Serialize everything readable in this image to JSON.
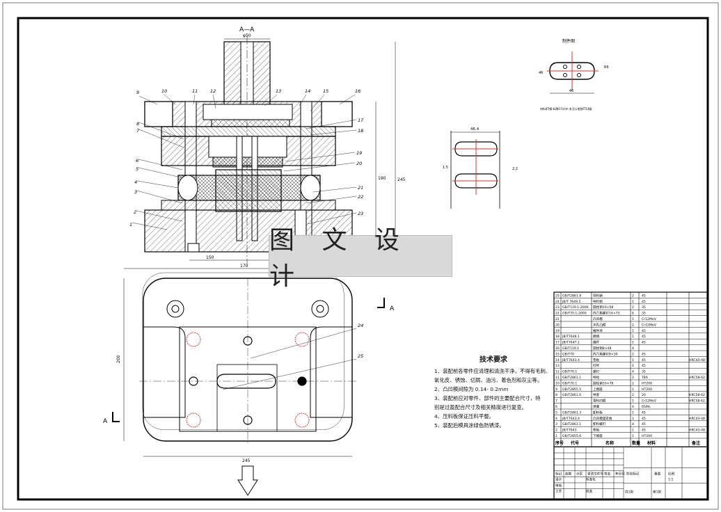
{
  "section_label": "A—A",
  "view_label_a": "A",
  "blank_title": "制件图",
  "blank_note": "材料45钢  料厚0.5mm  未注公差按IT14级",
  "watermark": "图 文 设 计",
  "dims": {
    "d_top": "φ50",
    "h_total": "245",
    "h_inner": "190",
    "w_base": "150",
    "w_plate": "170",
    "h_plate": "200",
    "w_bottom": "245",
    "d_blank": "46",
    "b_width": "46",
    "b_r": "R6",
    "strip_w": "46.4",
    "strip_gap": "1.5",
    "strip_h": "2.2"
  },
  "part_numbers": [
    "1",
    "2",
    "3",
    "4",
    "5",
    "6",
    "7",
    "8",
    "9",
    "10",
    "11",
    "12",
    "13",
    "14",
    "15",
    "16",
    "17",
    "18",
    "19",
    "20",
    "21",
    "22",
    "23",
    "24",
    "25"
  ],
  "tech_requirements": {
    "heading": "技术要求",
    "lines": [
      "1、装配前各零件应清理和清洗干净，不得有毛刺、",
      "氧化皮、锈蚀、切屑、油污、着色剂和灰尘等。",
      "2、凸凹模间隙为   0.14- 0.2mm",
      "3、装配前应对零件、部件的主要配合尺寸，特",
      "别是过盈配合尺寸及相关精度进行复查。",
      "4、压料板保证压料平整。",
      "5、装配后模具涂绿色防锈漆。"
    ]
  },
  "bom_rows": [
    [
      "25",
      "GB/T2861.8",
      "导料销",
      "2",
      "45",
      ""
    ],
    [
      "24",
      "JB/T 7649.5",
      "导料销",
      "1",
      "45",
      ""
    ],
    [
      "23",
      "GB/T119.1-2000",
      "圆柱销10×58",
      "2",
      "35",
      ""
    ],
    [
      "22",
      "GB/T70.1-2000",
      "内六角螺钉14×75",
      "6",
      "35",
      ""
    ],
    [
      "21",
      "",
      "凸凹模",
      "1",
      "Cr12MoV",
      ""
    ],
    [
      "20",
      "",
      "冲孔凸模",
      "2",
      "Cr12MoV",
      ""
    ],
    [
      "19",
      "",
      "推件块",
      "1",
      "45",
      ""
    ],
    [
      "18",
      "JB/T7646.1",
      "模柄",
      "1",
      "45",
      ""
    ],
    [
      "17",
      "JB/T7647.1",
      "推杆",
      "1",
      "45",
      ""
    ],
    [
      "16",
      "GB/T119.1",
      "圆柱销8×48",
      "4",
      "",
      ""
    ],
    [
      "15",
      "GB/T70",
      "内六角螺钉8×30",
      "2",
      "45",
      ""
    ],
    [
      "14",
      "JB/T7643.4",
      "垫板",
      "1",
      "45",
      "HRC43-48"
    ],
    [
      "13",
      "",
      "打杆",
      "1",
      "45",
      ""
    ],
    [
      "12",
      "GB/T70.1",
      "螺钉",
      "4",
      "35",
      ""
    ],
    [
      "11",
      "GB/T2861.1",
      "导柱",
      "2",
      "T8A",
      "HRC58-62"
    ],
    [
      "10",
      "GB/T70.1",
      "圆柱销10×78",
      "2",
      "HT200",
      ""
    ],
    [
      "9",
      "GB/T2855.5",
      "上模座",
      "1",
      "HT200",
      ""
    ],
    [
      "8",
      "GB/T2861.6",
      "导套",
      "2",
      "20",
      "HRC58-62"
    ],
    [
      "7",
      "",
      "落料凹模",
      "1",
      "Cr12MoV",
      "HRC58-62"
    ],
    [
      "6",
      "",
      "弹簧",
      "4",
      "65Mn",
      ""
    ],
    [
      "5",
      "GB/T2861.3",
      "卸料板",
      "1",
      "45",
      ""
    ],
    [
      "4",
      "JB/T7643.4",
      "凸凹模固定板",
      "1",
      "45",
      "HRC43-48"
    ],
    [
      "3",
      "GB/T2861.1",
      "卸料螺钉",
      "4",
      "45",
      ""
    ],
    [
      "2",
      "JB/T7643",
      "垫板",
      "1",
      "45",
      "HRC43-48"
    ],
    [
      "1",
      "GB/T2855.6",
      "下模座",
      "1",
      "HT200",
      ""
    ]
  ],
  "bom_header": [
    "序号",
    "代号",
    "名称",
    "数量",
    "材料",
    "备注"
  ],
  "title_block_labels": [
    "标记",
    "处数",
    "分区",
    "更改文件号",
    "签名",
    "年月日",
    "设计",
    "标准化",
    "阶段标记",
    "重量",
    "比例",
    "审核",
    "工艺",
    "批准",
    "共1张",
    "第1张",
    "1:1"
  ]
}
